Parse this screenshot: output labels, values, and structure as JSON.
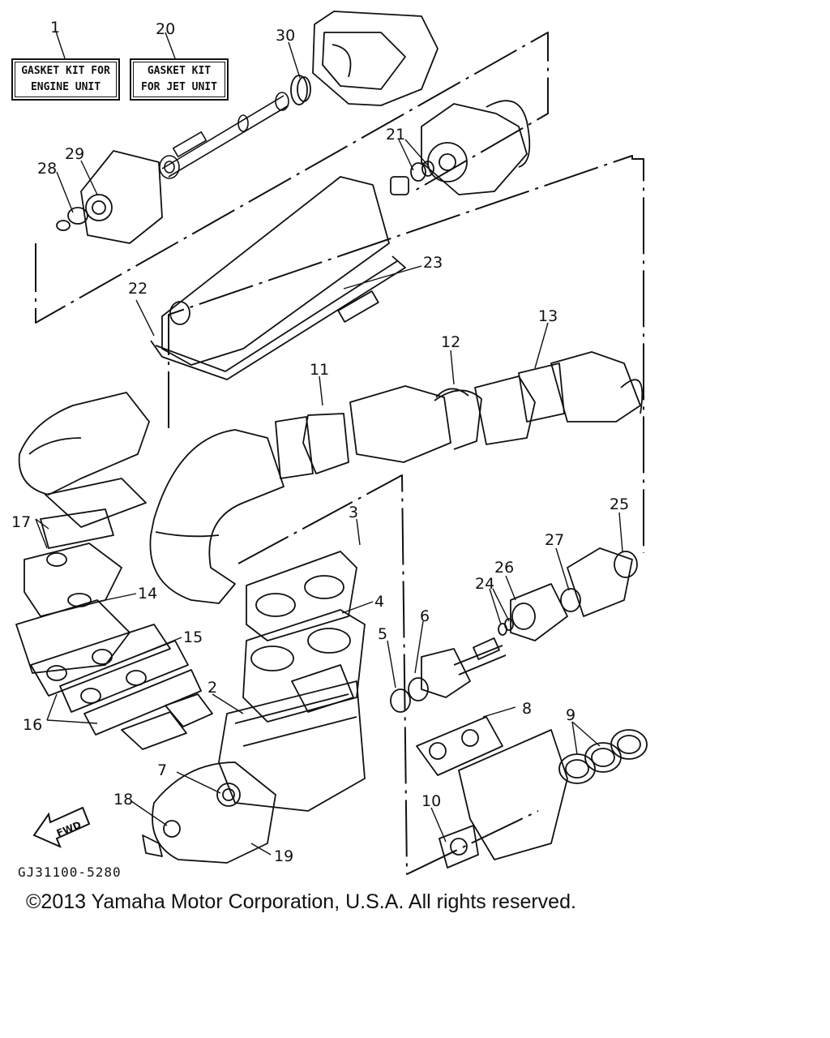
{
  "kits": {
    "engine": {
      "line1": "GASKET KIT FOR",
      "line2": "ENGINE UNIT",
      "ref": "1"
    },
    "jet": {
      "line1": "GASKET KIT",
      "line2": "FOR JET UNIT",
      "ref": "20"
    }
  },
  "callouts": [
    "1",
    "20",
    "30",
    "29",
    "28",
    "21",
    "23",
    "22",
    "13",
    "12",
    "11",
    "3",
    "25",
    "27",
    "26",
    "24",
    "4",
    "17",
    "14",
    "15",
    "5",
    "6",
    "2",
    "16",
    "8",
    "9",
    "7",
    "18",
    "10",
    "19"
  ],
  "fwd_label": "FWD",
  "diagram_code": "GJ31100-5280",
  "copyright": "©2013 Yamaha Motor Corporation, U.S.A. All rights reserved."
}
